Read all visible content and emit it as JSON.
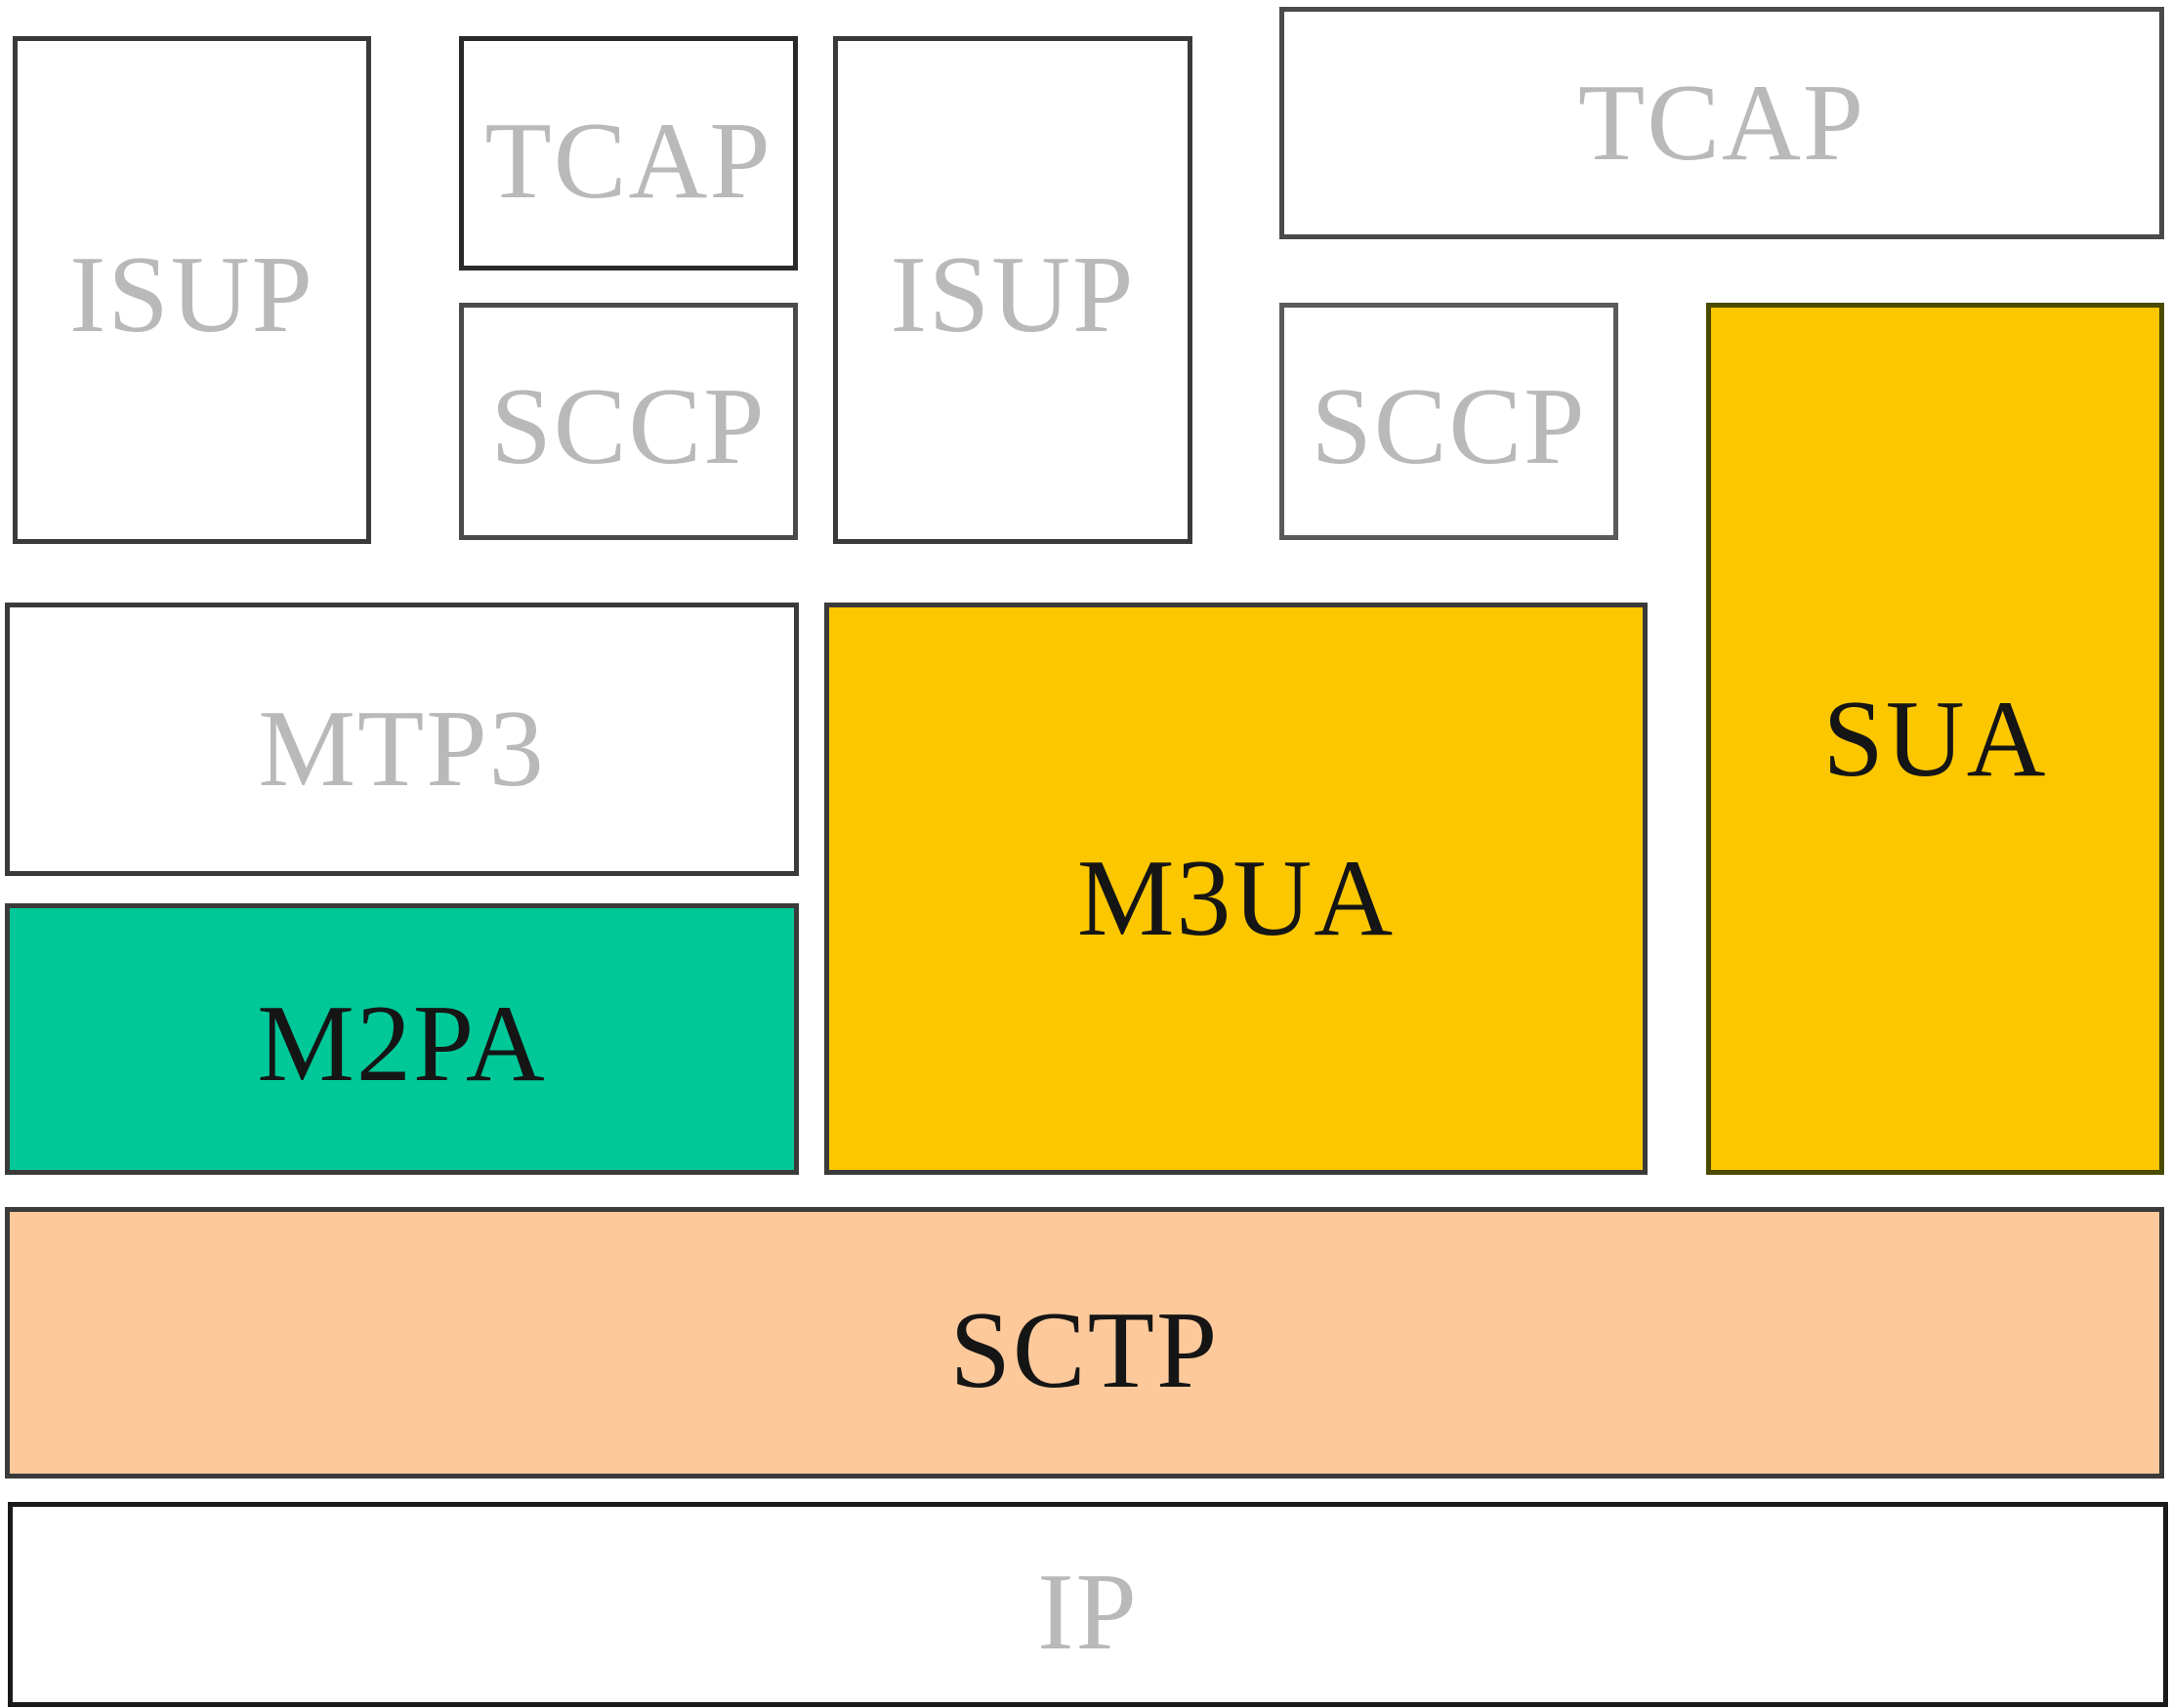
{
  "diagram": {
    "layers": {
      "isup_left": {
        "label": "ISUP"
      },
      "tcap_left": {
        "label": "TCAP"
      },
      "sccp_left": {
        "label": "SCCP"
      },
      "isup_right": {
        "label": "ISUP"
      },
      "tcap_right": {
        "label": "TCAP"
      },
      "sccp_right": {
        "label": "SCCP"
      },
      "mtp3": {
        "label": "MTP3"
      },
      "m2pa": {
        "label": "M2PA",
        "color": "#00c898"
      },
      "m3ua": {
        "label": "M3UA",
        "color": "#fdc700"
      },
      "sua": {
        "label": "SUA",
        "color": "#fdc700"
      },
      "sctp": {
        "label": "SCTP",
        "color": "#fdc99b"
      },
      "ip": {
        "label": "IP"
      }
    },
    "colors": {
      "muted_text": "#b9b9b9",
      "strong_text": "#151515",
      "border": "#3a3a3a",
      "background": "#ffffff"
    }
  }
}
